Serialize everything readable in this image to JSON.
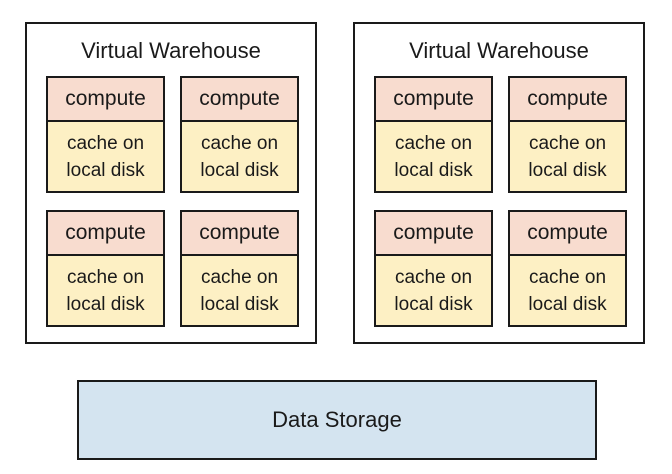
{
  "colors": {
    "compute_fill": "#f8dccf",
    "cache_fill": "#fdf0c4",
    "storage_fill": "#d4e4f0",
    "border": "#1a1a1a"
  },
  "warehouses": [
    {
      "title": "Virtual Warehouse",
      "nodes": [
        {
          "compute": "compute",
          "cache_line1": "cache on",
          "cache_line2": "local disk"
        },
        {
          "compute": "compute",
          "cache_line1": "cache on",
          "cache_line2": "local disk"
        },
        {
          "compute": "compute",
          "cache_line1": "cache on",
          "cache_line2": "local disk"
        },
        {
          "compute": "compute",
          "cache_line1": "cache on",
          "cache_line2": "local disk"
        }
      ]
    },
    {
      "title": "Virtual Warehouse",
      "nodes": [
        {
          "compute": "compute",
          "cache_line1": "cache on",
          "cache_line2": "local disk"
        },
        {
          "compute": "compute",
          "cache_line1": "cache on",
          "cache_line2": "local disk"
        },
        {
          "compute": "compute",
          "cache_line1": "cache on",
          "cache_line2": "local disk"
        },
        {
          "compute": "compute",
          "cache_line1": "cache on",
          "cache_line2": "local disk"
        }
      ]
    }
  ],
  "storage": {
    "label": "Data Storage"
  }
}
